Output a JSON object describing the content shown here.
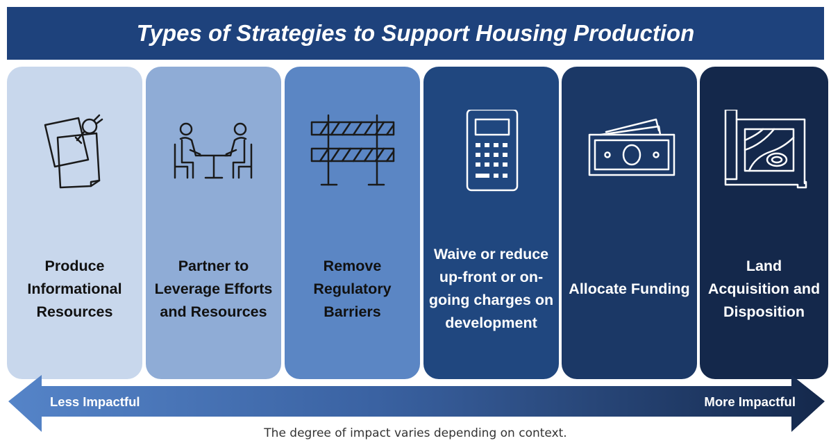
{
  "title": "Types of Strategies to Support Housing Production",
  "strategies": [
    {
      "label": "Produce Informational Resources",
      "icon": "sticky-note-pin-icon",
      "bg": "#c8d7ec",
      "text_color": "#111111",
      "icon_color": "#1a1a1a"
    },
    {
      "label": "Partner to Leverage Efforts and Resources",
      "icon": "meeting-people-icon",
      "bg": "#8facd6",
      "text_color": "#111111",
      "icon_color": "#1a1a1a"
    },
    {
      "label": "Remove Regulatory Barriers",
      "icon": "roadblock-barrier-icon",
      "bg": "#5b86c4",
      "text_color": "#111111",
      "icon_color": "#1a1a1a"
    },
    {
      "label": "Waive or reduce up-front or on-going charges on development",
      "icon": "calculator-icon",
      "bg": "#20477f",
      "text_color": "#ffffff",
      "icon_color": "#ffffff"
    },
    {
      "label": "Allocate Funding",
      "icon": "money-bills-icon",
      "bg": "#1b3866",
      "text_color": "#ffffff",
      "icon_color": "#ffffff"
    },
    {
      "label": "Land Acquisition and Disposition",
      "icon": "land-map-icon",
      "bg": "#14284b",
      "text_color": "#ffffff",
      "icon_color": "#ffffff"
    }
  ],
  "scale": {
    "left_label": "Less Impactful",
    "right_label": "More Impactful",
    "gradient_start": "#5584c8",
    "gradient_end": "#14284b"
  },
  "caption": "The degree of impact varies depending on context."
}
